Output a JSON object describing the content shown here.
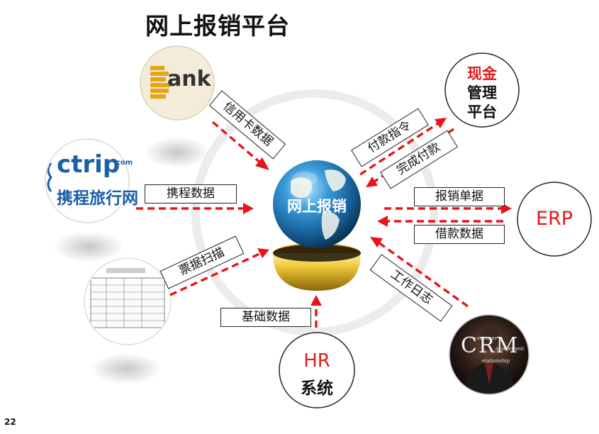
{
  "title": "网上报销平台",
  "page_number": "22",
  "center": {
    "label": "网上报销"
  },
  "nodes": {
    "bank": {
      "logo_text": "ank",
      "logo_icon": "bank-b-logo-icon"
    },
    "ctrip": {
      "logo_text_en": "ctrip",
      "logo_text_com": "com",
      "logo_text_cn": "携程旅行网"
    },
    "cash": {
      "line1": "现金",
      "line2": "管理",
      "line3": "平台"
    },
    "erp": {
      "label": "ERP"
    },
    "hr": {
      "line1": "HR",
      "line2": "系统"
    },
    "crm": {
      "letters": "CRM",
      "word1": "ustomer",
      "word2": "anagement",
      "word3": "elationship"
    }
  },
  "flows": {
    "credit_card": "信用卡数据",
    "ctrip": "携程数据",
    "invoice_scan": "票据扫描",
    "basic_data": "基础数据",
    "payment_instruction": "付款指令",
    "payment_done": "完成付款",
    "expense_doc": "报销单据",
    "loan_data": "借款数据",
    "work_log": "工作日志"
  },
  "colors": {
    "arrow": "#e8141a",
    "globe": "#1e6fa8",
    "gold": "#e5b928",
    "red_text": "#e31b1b"
  }
}
